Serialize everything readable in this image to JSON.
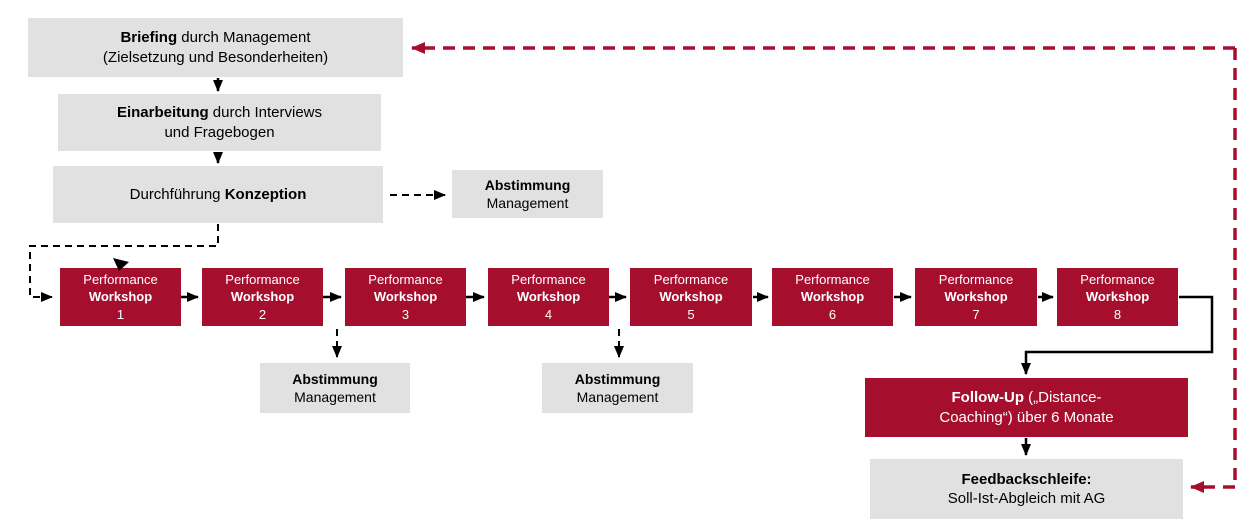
{
  "colors": {
    "accent_red": "#A50E2C",
    "box_gray": "#E1E1E1",
    "arrow_black": "#000000"
  },
  "flow": {
    "briefing": {
      "title_bold": "Briefing",
      "title_rest": " durch Management",
      "subtitle": "(Zielsetzung und Besonderheiten)"
    },
    "einarbeitung": {
      "title_bold": "Einarbeitung",
      "title_rest": " durch Interviews",
      "line2": "und Fragebogen"
    },
    "konzeption": {
      "prefix": "Durchführung ",
      "bold": "Konzeption"
    },
    "abstimmung": {
      "line1": "Abstimmung",
      "line2": "Management"
    },
    "workshops": [
      {
        "line1": "Performance",
        "line2": "Workshop",
        "number": "1"
      },
      {
        "line1": "Performance",
        "line2": "Workshop",
        "number": "2"
      },
      {
        "line1": "Performance",
        "line2": "Workshop",
        "number": "3"
      },
      {
        "line1": "Performance",
        "line2": "Workshop",
        "number": "4"
      },
      {
        "line1": "Performance",
        "line2": "Workshop",
        "number": "5"
      },
      {
        "line1": "Performance",
        "line2": "Workshop",
        "number": "6"
      },
      {
        "line1": "Performance",
        "line2": "Workshop",
        "number": "7"
      },
      {
        "line1": "Performance",
        "line2": "Workshop",
        "number": "8"
      }
    ],
    "followup": {
      "bold": "Follow-Up",
      "rest": " („Distance-",
      "line2": "Coaching“) über 6 Monate"
    },
    "feedback": {
      "line1": "Feedbackschleife:",
      "line2": "Soll-Ist-Abgleich mit AG"
    }
  }
}
